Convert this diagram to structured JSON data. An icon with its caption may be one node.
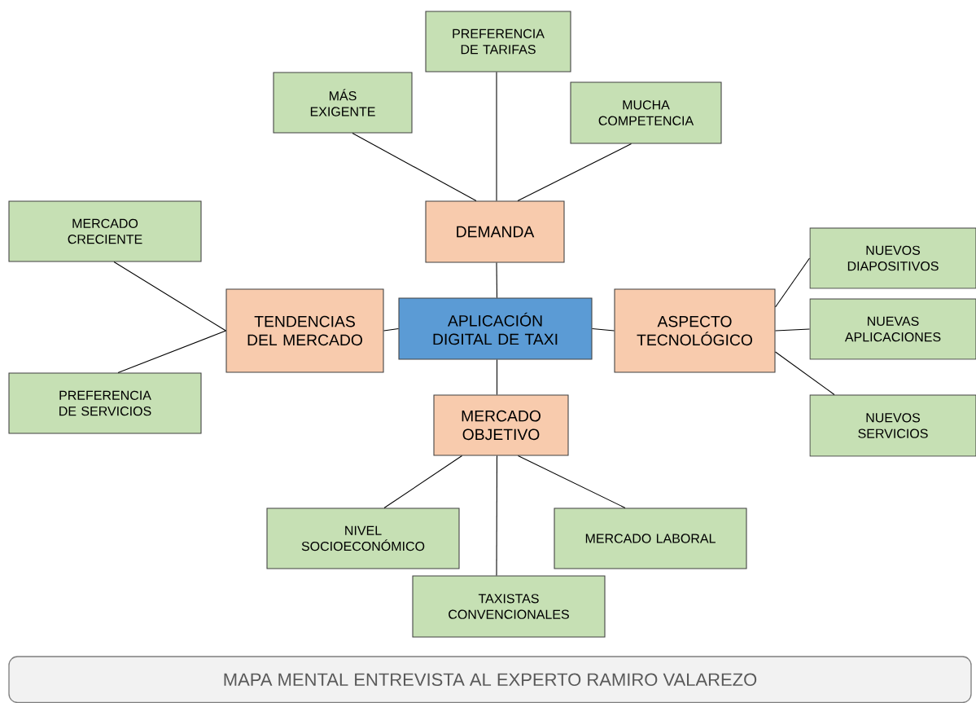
{
  "diagram": {
    "caption": "MAPA MENTAL ENTREVISTA AL EXPERTO RAMIRO VALAREZO",
    "nodes": [
      {
        "text": [
          "PREFERENCIA DE TARIFAS"
        ]
      },
      {
        "text": [
          "MÁS EXIGENTE"
        ]
      },
      {
        "text": [
          "MUCHA COMPETENCIA"
        ]
      },
      {
        "text": [
          "DEMANDA"
        ]
      },
      {
        "text": [
          "MERCADO CRECIENTE"
        ]
      },
      {
        "text": [
          "NUEVOS DIAPOSITIVOS"
        ]
      },
      {
        "text": [
          "TENDENCIAS DEL MERCADO"
        ]
      },
      {
        "text": [
          "APLICACIÓN DIGITAL DE TAXI"
        ]
      },
      {
        "text": [
          "ASPECTO TECNOLÓGICO"
        ]
      },
      {
        "text": [
          "NUEVAS APLICACIONES"
        ]
      },
      {
        "text": [
          "PREFERENCIA DE SERVICIOS"
        ]
      },
      {
        "text": [
          "NUEVOS SERVICIOS"
        ]
      },
      {
        "text": [
          "MERCADO OBJETIVO"
        ]
      },
      {
        "text": [
          "NIVEL SOCIOECONÓMICO"
        ]
      },
      {
        "text": [
          "MERCADO LABORAL"
        ]
      },
      {
        "text": [
          "TAXISTAS CONVENCIONALES"
        ]
      }
    ],
    "edges": [
      {
        "from": 3,
        "to": 1,
        "arrow": "none"
      },
      {
        "from": 3,
        "to": 0,
        "arrow": "none"
      },
      {
        "from": 3,
        "to": 2,
        "arrow": "none"
      },
      {
        "from": 7,
        "to": 3,
        "arrow": "none"
      },
      {
        "from": 6,
        "to": 4,
        "arrow": "none"
      },
      {
        "from": 6,
        "to": 10,
        "arrow": "none"
      },
      {
        "from": 7,
        "to": 6,
        "arrow": "none"
      },
      {
        "from": 7,
        "to": 8,
        "arrow": "none"
      },
      {
        "from": 8,
        "to": 5,
        "arrow": "none"
      },
      {
        "from": 8,
        "to": 9,
        "arrow": "none"
      },
      {
        "from": 8,
        "to": 11,
        "arrow": "none"
      },
      {
        "from": 7,
        "to": 12,
        "arrow": "none"
      },
      {
        "from": 12,
        "to": 13,
        "arrow": "none"
      },
      {
        "from": 12,
        "to": 15,
        "arrow": "none"
      },
      {
        "from": 12,
        "to": 14,
        "arrow": "none"
      }
    ]
  }
}
